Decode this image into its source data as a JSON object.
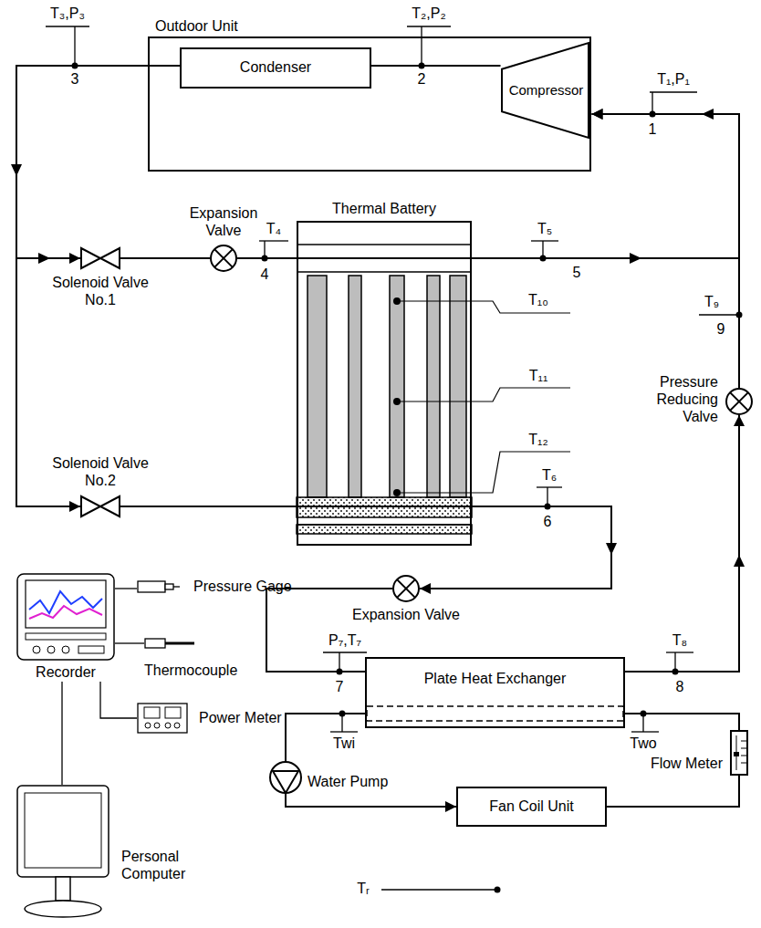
{
  "diagram": {
    "nodes": [
      {
        "text": [
          "Outdoor Unit"
        ]
      },
      {
        "text": [
          "Condenser"
        ],
        "in": 0
      },
      {
        "text": [
          "Compressor"
        ],
        "in": 0
      },
      {
        "text": [
          "Solenoid Valve No.1"
        ]
      },
      {
        "text": [
          "Expansion Valve"
        ]
      },
      {
        "text": [
          "Thermal Battery"
        ]
      },
      {
        "text": [
          "Solenoid Valve No.2"
        ]
      },
      {
        "text": [
          "Expansion Valve"
        ]
      },
      {
        "text": [
          "Plate Heat Exchanger"
        ]
      },
      {
        "text": [
          "Pressure Reducing Valve"
        ]
      },
      {
        "text": [
          "Water Pump"
        ]
      },
      {
        "text": [
          "Fan Coil Unit"
        ]
      },
      {
        "text": [
          "Flow Meter"
        ]
      },
      {
        "text": [
          "Recorder"
        ]
      },
      {
        "text": [
          "Pressure Gage"
        ]
      },
      {
        "text": [
          "Thermocouple"
        ]
      },
      {
        "text": [
          "Power Meter"
        ]
      },
      {
        "text": [
          "Personal Computer"
        ]
      }
    ],
    "edges": [
      {
        "from": 2,
        "to": 1,
        "arrow": "none"
      },
      {
        "from": 1,
        "to": 3,
        "arrow": "to"
      },
      {
        "from": 1,
        "to": 6,
        "arrow": "to"
      },
      {
        "from": 3,
        "to": 4,
        "arrow": "none"
      },
      {
        "from": 4,
        "to": 5,
        "arrow": "none"
      },
      {
        "from": 5,
        "to": 2,
        "arrow": "to"
      },
      {
        "from": 6,
        "to": 5,
        "arrow": "none"
      },
      {
        "from": 5,
        "to": 7,
        "arrow": "to"
      },
      {
        "from": 7,
        "to": 8,
        "arrow": "none"
      },
      {
        "from": 8,
        "to": 9,
        "arrow": "to"
      },
      {
        "from": 9,
        "to": 2,
        "arrow": "to"
      },
      {
        "from": 10,
        "to": 11,
        "arrow": "to"
      },
      {
        "from": 11,
        "to": 12,
        "arrow": "none"
      },
      {
        "from": 12,
        "to": 8,
        "arrow": "none"
      },
      {
        "from": 8,
        "to": 10,
        "arrow": "none"
      },
      {
        "from": 13,
        "to": 14,
        "arrow": "none"
      },
      {
        "from": 13,
        "to": 15,
        "arrow": "none"
      },
      {
        "from": 13,
        "to": 16,
        "arrow": "none"
      },
      {
        "from": 13,
        "to": 17,
        "arrow": "none"
      }
    ],
    "labels": [
      "T₃,P₃",
      "3",
      "T₂,P₂",
      "2",
      "T₁,P₁",
      "1",
      "T₄",
      "4",
      "T₅",
      "5",
      "T₉",
      "9",
      "T₁₀",
      "T₁₁",
      "T₁₂",
      "T₆",
      "6",
      "P₇,T₇",
      "7",
      "T₈",
      "8",
      "Twi",
      "Two",
      "Tᵣ"
    ]
  }
}
